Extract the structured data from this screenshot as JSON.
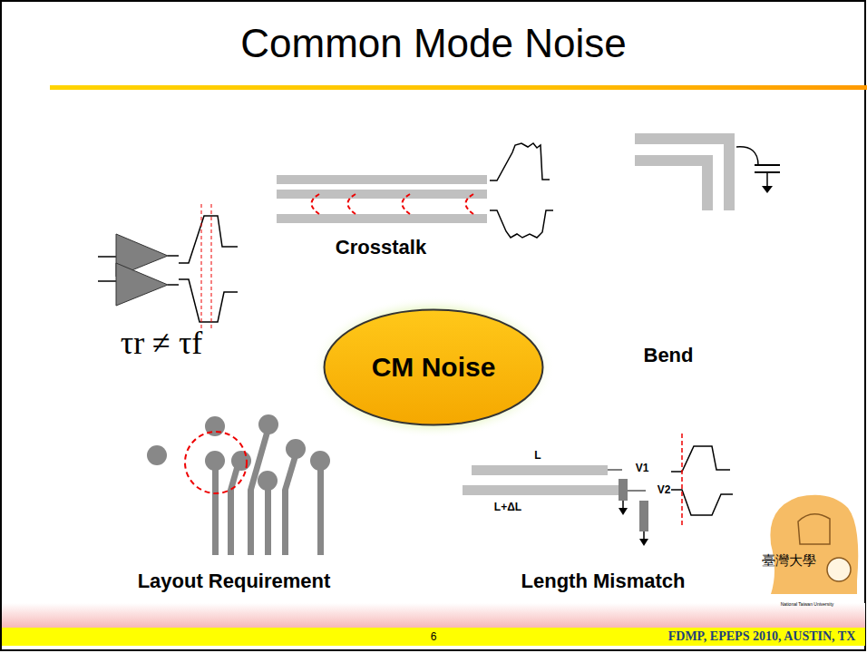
{
  "diagram": {
    "title": "Common Mode Noise",
    "nodes": [
      {
        "text": [
          "CM Noise"
        ]
      }
    ],
    "labels": [
      "τr ≠ τf",
      "Crosstalk",
      "Bend",
      "Layout Requirement",
      "Length Mismatch",
      "L",
      "L+ΔL",
      "V1",
      "V2",
      "臺灣大學",
      "National Taiwan University",
      "6",
      "FDMP, EPEPS 2010, AUSTIN, TX"
    ]
  }
}
